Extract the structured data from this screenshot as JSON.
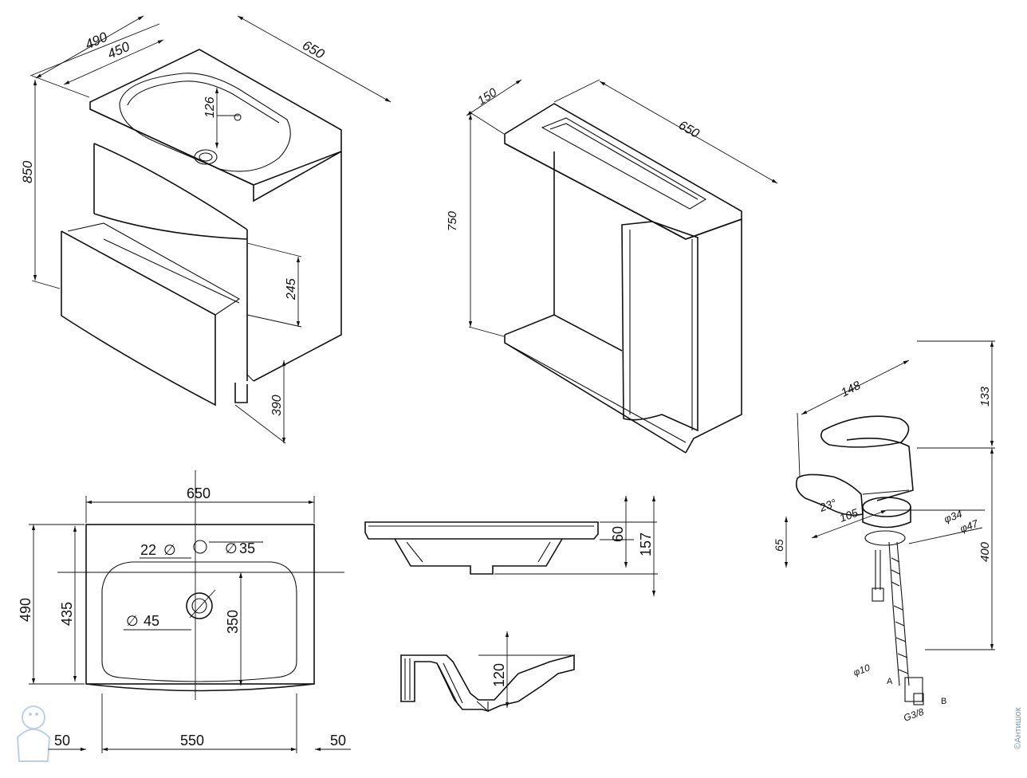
{
  "cabinet": {
    "width_top": "650",
    "depth_outer": "490",
    "depth_bowl": "450",
    "height": "850",
    "tap_offset": "126",
    "drawer_height": "245",
    "lower_height": "390"
  },
  "mirror": {
    "depth": "150",
    "width": "650",
    "height": "750"
  },
  "faucet": {
    "reach": "148",
    "top_height": "133",
    "total_height": "400",
    "angle": "23°",
    "spout_span": "105",
    "base_height": "65",
    "dia_34": "φ34",
    "dia_47": "φ47",
    "hose_dia": "φ10",
    "thread": "G3/8",
    "label_a": "A",
    "label_b": "B"
  },
  "top_view": {
    "width": "650",
    "depth": "490",
    "inner_depth": "435",
    "bowl_depth": "350",
    "tap_hole": "22",
    "overflow": "35",
    "drain": "45",
    "side_left": "50",
    "bowl_width": "550",
    "side_right": "50"
  },
  "side_view": {
    "rim": "60",
    "total": "157"
  },
  "section": {
    "depth": "120"
  },
  "watermark": "©Антишок"
}
